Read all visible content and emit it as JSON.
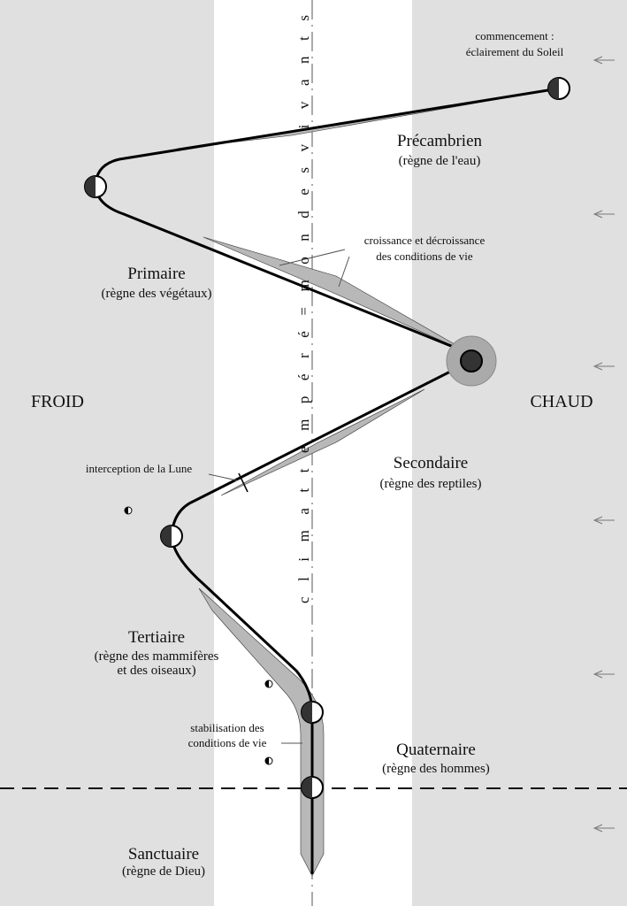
{
  "vertical_axis": "c l i m a t   t e m p é r é  =  m o n d e s   v i v a n t s",
  "sides": {
    "left": "FROID",
    "right": "CHAUD"
  },
  "start": {
    "line1": "commencement :",
    "line2": "éclairement du Soleil"
  },
  "eras": [
    {
      "name": "Précambrien",
      "reign": "(règne de l'eau)"
    },
    {
      "name": "Primaire",
      "reign": "(règne des végétaux)"
    },
    {
      "name": "Secondaire",
      "reign": "(règne des reptiles)"
    },
    {
      "name": "Tertiaire",
      "reign": "(règne des mammifères",
      "reign2": "et des oiseaux)"
    },
    {
      "name": "Quaternaire",
      "reign": "(règne des hommes)"
    },
    {
      "name": "Sanctuaire",
      "reign": "(règne de Dieu)"
    }
  ],
  "notes": {
    "growth1": "croissance et décroissance",
    "growth2": "des conditions de vie",
    "moon": "interception de la Lune",
    "stab1": "stabilisation des",
    "stab2": "conditions de vie"
  },
  "colors": {
    "band": "#e0e0e0",
    "shade": "#b8b8b8",
    "dark": "#333333"
  }
}
